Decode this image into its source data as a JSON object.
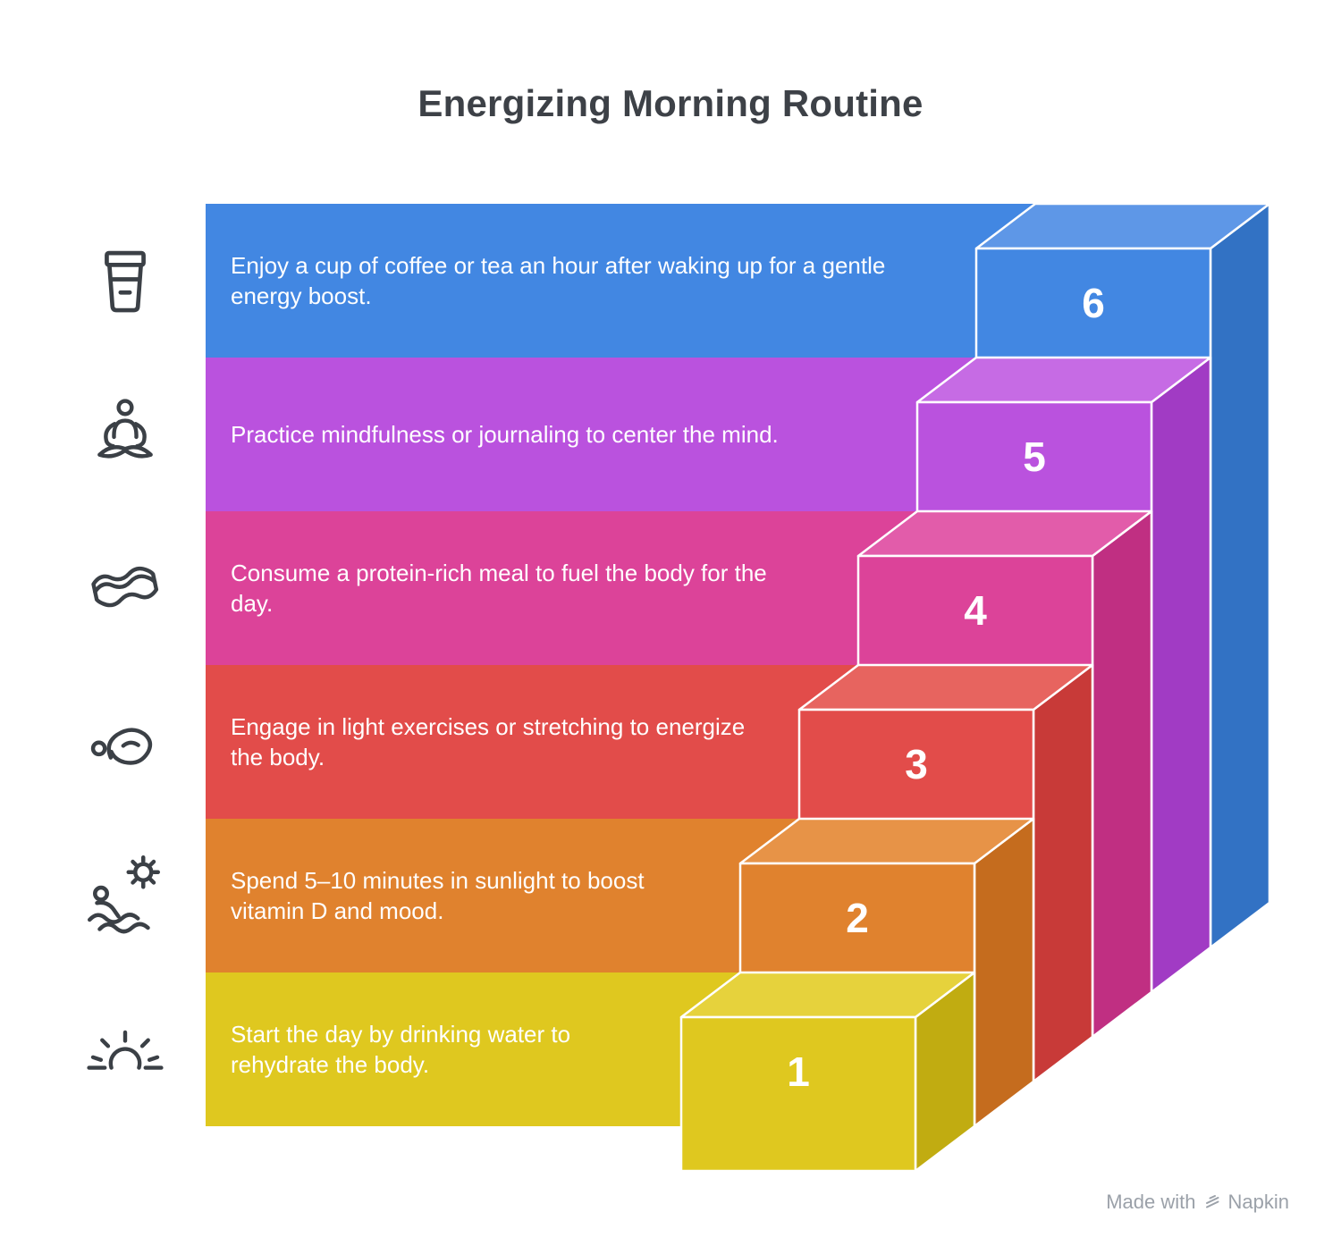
{
  "title": "Energizing Morning Routine",
  "attribution": {
    "prefix": "Made with",
    "brand": "Napkin"
  },
  "colors": {
    "title_text": "#3d4147",
    "band_text": "#ffffff",
    "icon_stroke": "#3b4046",
    "attribution_text": "#9ba1a9"
  },
  "steps": [
    {
      "number": "1",
      "icon": "sunrise-icon",
      "label": "Start the day by drinking water to\nrehydrate the body.",
      "color": "#DFC81F",
      "color_top": "#E6D23C",
      "color_side": "#C1AC11"
    },
    {
      "number": "2",
      "icon": "sunlight-icon",
      "label": "Spend 5–10 minutes in sunlight to boost\nvitamin D and mood.",
      "color": "#E0822E",
      "color_top": "#E79347",
      "color_side": "#C56C1E"
    },
    {
      "number": "3",
      "icon": "stretching-icon",
      "label": "Engage in light exercises or stretching to energize\nthe body.",
      "color": "#E24C4A",
      "color_top": "#E7645F",
      "color_side": "#C83A38"
    },
    {
      "number": "4",
      "icon": "bacon-icon",
      "label": "Consume a protein-rich meal to fuel the body for the\nday.",
      "color": "#DC4399",
      "color_top": "#E25CAA",
      "color_side": "#C02F82"
    },
    {
      "number": "5",
      "icon": "meditation-icon",
      "label": "Practice mindfulness or journaling to center the mind.",
      "color": "#BA52DE",
      "color_top": "#C66BE4",
      "color_side": "#A13BC4"
    },
    {
      "number": "6",
      "icon": "coffee-cup-icon",
      "label": "Enjoy a cup of coffee or tea an hour after waking up for a gentle\nenergy boost.",
      "color": "#4287E2",
      "color_top": "#5E97E7",
      "color_side": "#3272C4"
    }
  ]
}
